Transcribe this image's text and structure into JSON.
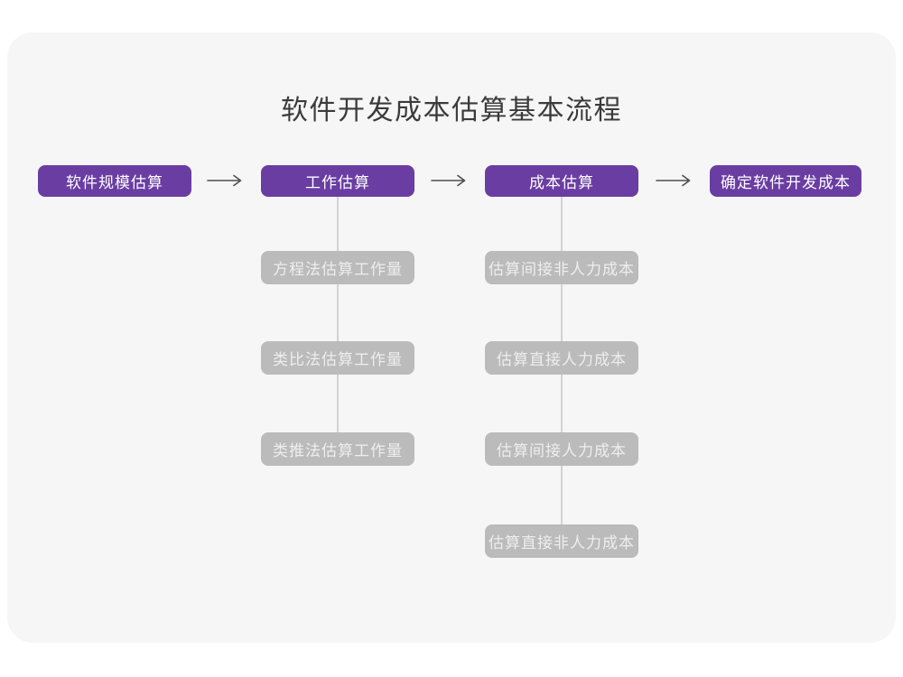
{
  "title": "软件开发成本估算基本流程",
  "colors": {
    "stage_box": "#6A3DA3",
    "sub_box": "#BBBBBB",
    "card_background": "#F6F6F7",
    "connector_line": "#D2D2D2",
    "arrow": "#4F4F4F",
    "title_text": "#3B3B3B"
  },
  "flow": {
    "stages": [
      {
        "label": "软件规模估算"
      },
      {
        "label": "工作估算"
      },
      {
        "label": "成本估算"
      },
      {
        "label": "确定软件开发成本"
      }
    ],
    "work_estimation_methods": [
      "方程法估算工作量",
      "类比法估算工作量",
      "类推法估算工作量"
    ],
    "cost_estimation_steps": [
      "估算间接非人力成本",
      "估算直接人力成本",
      "估算间接人力成本",
      "估算直接非人力成本"
    ]
  },
  "icons": {
    "right_arrow": "→"
  }
}
